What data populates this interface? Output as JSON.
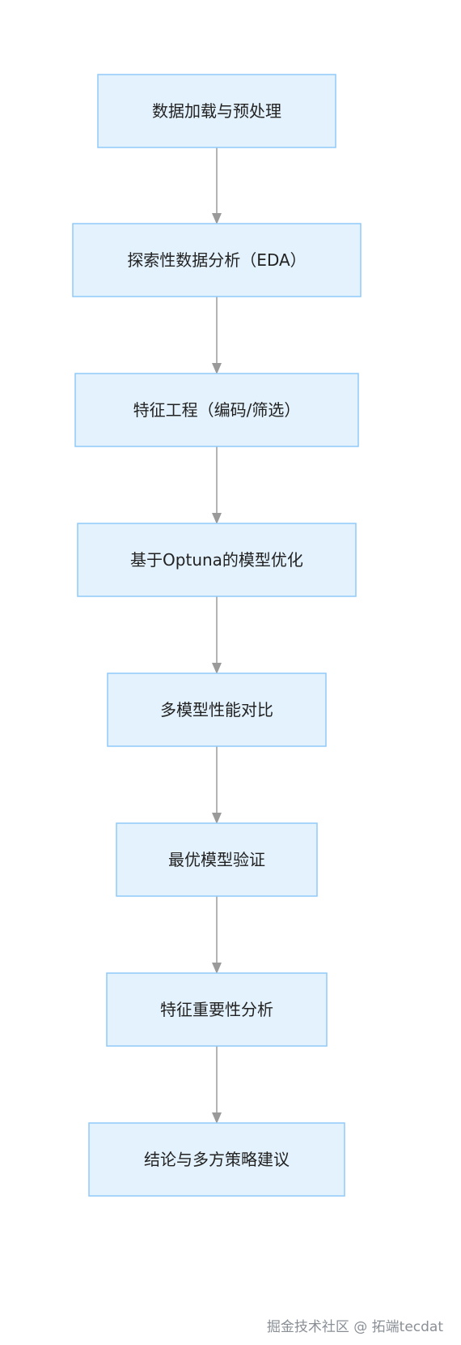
{
  "flowchart": {
    "nodes": [
      {
        "id": "load",
        "label": "数据加载与预处理"
      },
      {
        "id": "eda",
        "label": "探索性数据分析（EDA）"
      },
      {
        "id": "feature",
        "label": "特征工程（编码/筛选）"
      },
      {
        "id": "optuna",
        "label": "基于Optuna的模型优化"
      },
      {
        "id": "compare",
        "label": "多模型性能对比"
      },
      {
        "id": "validate",
        "label": "最优模型验证"
      },
      {
        "id": "importance",
        "label": "特征重要性分析"
      },
      {
        "id": "conclusion",
        "label": "结论与多方策略建议"
      }
    ],
    "edges": [
      {
        "from": "load",
        "to": "eda"
      },
      {
        "from": "eda",
        "to": "feature"
      },
      {
        "from": "feature",
        "to": "optuna"
      },
      {
        "from": "optuna",
        "to": "compare"
      },
      {
        "from": "compare",
        "to": "validate"
      },
      {
        "from": "validate",
        "to": "importance"
      },
      {
        "from": "importance",
        "to": "conclusion"
      }
    ],
    "colors": {
      "node_fill": "#e3f2fd",
      "node_border": "#90caf9",
      "edge": "#9a9a9a",
      "text": "#222222"
    }
  },
  "watermark": {
    "text": "掘金技术社区 @ 拓端tecdat"
  }
}
